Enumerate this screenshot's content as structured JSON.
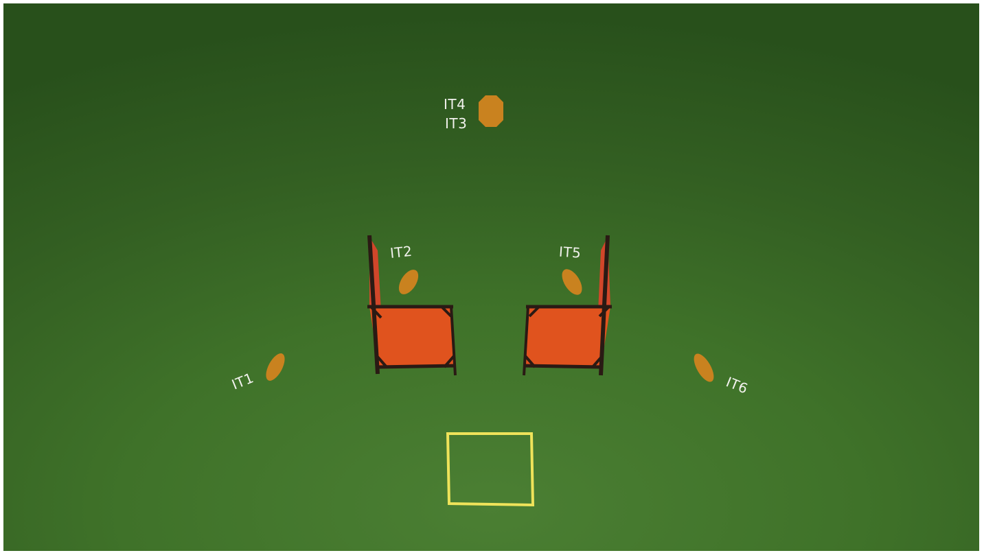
{
  "labels": {
    "it1": "IT1",
    "it2": "IT2",
    "it3": "IT3",
    "it4": "IT4",
    "it5": "IT5",
    "it6": "IT6"
  },
  "colors": {
    "field": "#3f7229",
    "cone": "#c9821f",
    "panel": "#e0531e",
    "frame": "#2a1a14",
    "box": "#efe35a",
    "label": "#f2f2ee"
  }
}
